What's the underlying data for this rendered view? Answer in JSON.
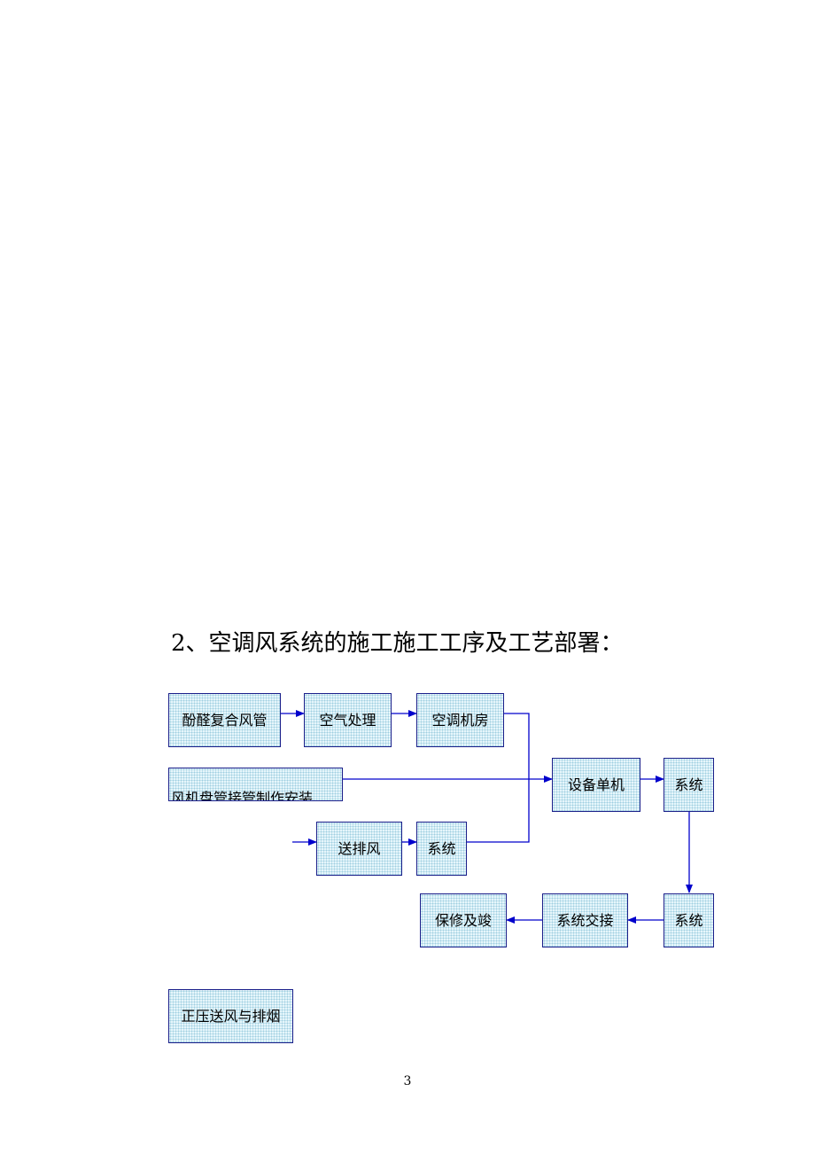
{
  "heading": "2、空调风系统的施工施工工序及工艺部署：",
  "flow": {
    "phenolic_duct": "酚醛复合风管",
    "air_handling": "空气处理",
    "ac_room": "空调机房",
    "fan_coil": "风机盘管接管制作安装",
    "supply_exhaust": "送排风",
    "system_a": "系统",
    "equipment_single": "设备单机",
    "system_b": "系统",
    "system_c": "系统",
    "system_handover": "系统交接",
    "warranty": "保修及竣",
    "pressurization": "正压送风与排烟"
  },
  "colors": {
    "arrow": "#0000cc",
    "box_border": "#1a1f8a",
    "box_fill": "#e6f6fb"
  },
  "page_number": "3"
}
